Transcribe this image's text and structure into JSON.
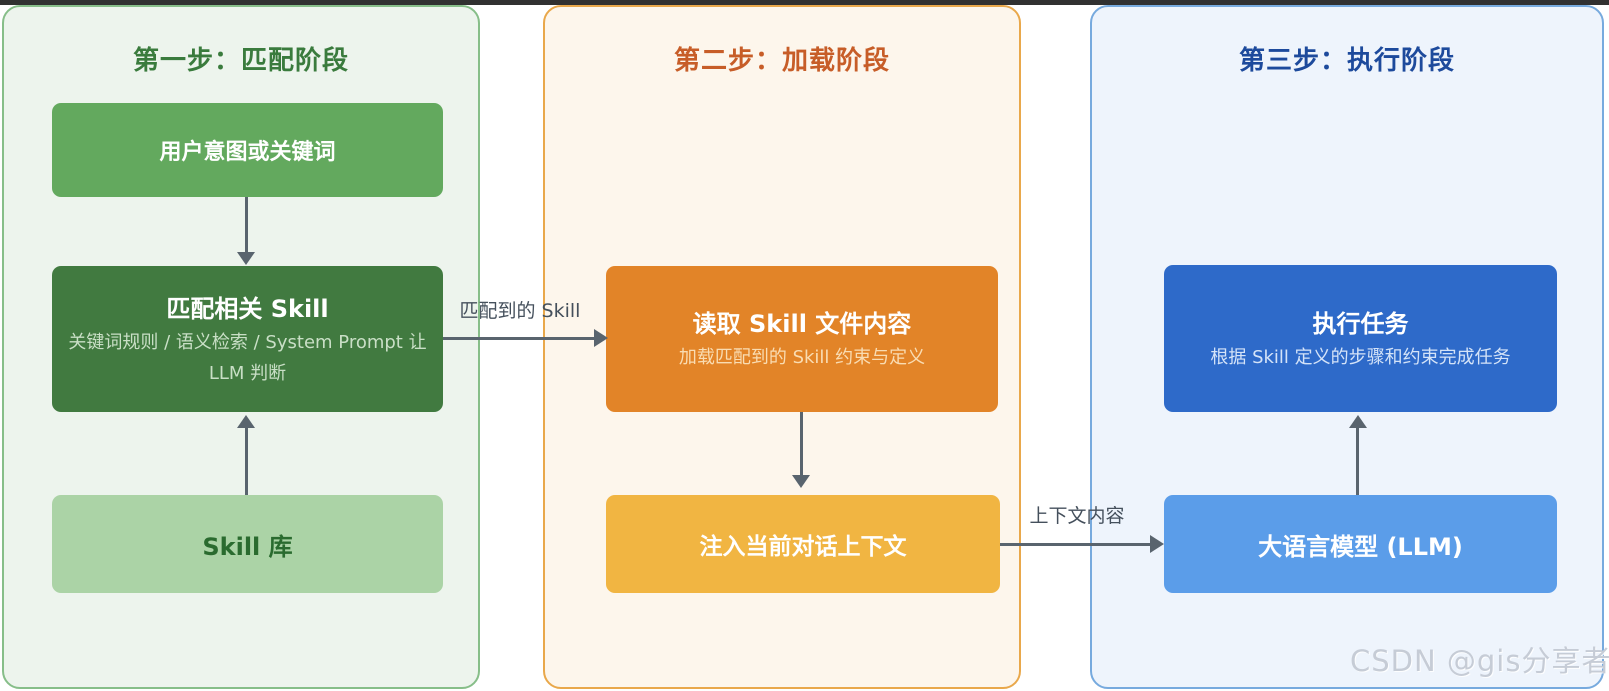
{
  "diagram": {
    "panels": [
      {
        "id": "matching",
        "title": "第一步：匹配阶段",
        "accent": "#3a7b3d",
        "background": "#edf4ed",
        "border": "#87be89"
      },
      {
        "id": "loading",
        "title": "第二步：加载阶段",
        "accent": "#c75d28",
        "background": "#fdf6ec",
        "border": "#e9a84b"
      },
      {
        "id": "execution",
        "title": "第三步：执行阶段",
        "accent": "#1d4a9c",
        "background": "#eef4fc",
        "border": "#77aade"
      }
    ],
    "nodes": [
      {
        "id": "user-intent",
        "panel": "matching",
        "label": "用户意图或关键词",
        "color": "#63a95e"
      },
      {
        "id": "match-skill",
        "panel": "matching",
        "label": "匹配相关 Skill",
        "sublabel": "关键词规则 / 语义检索 / System Prompt 让 LLM 判断",
        "color": "#417a40"
      },
      {
        "id": "skill-lib",
        "panel": "matching",
        "label": "Skill 库",
        "color": "#abd3a6"
      },
      {
        "id": "read-skill",
        "panel": "loading",
        "label": "读取 Skill 文件内容",
        "sublabel": "加载匹配到的 Skill 约束与定义",
        "color": "#e28428"
      },
      {
        "id": "inject-context",
        "panel": "loading",
        "label": "注入当前对话上下文",
        "color": "#f1b542"
      },
      {
        "id": "execute-task",
        "panel": "execution",
        "label": "执行任务",
        "sublabel": "根据 Skill 定义的步骤和约束完成任务",
        "color": "#2e6ac9"
      },
      {
        "id": "llm",
        "panel": "execution",
        "label": "大语言模型 (LLM)",
        "color": "#5b9de9"
      }
    ],
    "edges": [
      {
        "from": "user-intent",
        "to": "match-skill",
        "direction": "down",
        "label": ""
      },
      {
        "from": "skill-lib",
        "to": "match-skill",
        "direction": "up",
        "label": ""
      },
      {
        "from": "match-skill",
        "to": "read-skill",
        "direction": "right",
        "label": "匹配到的 Skill"
      },
      {
        "from": "read-skill",
        "to": "inject-context",
        "direction": "down",
        "label": ""
      },
      {
        "from": "inject-context",
        "to": "llm",
        "direction": "right",
        "label": "上下文内容"
      },
      {
        "from": "llm",
        "to": "execute-task",
        "direction": "up",
        "label": ""
      }
    ],
    "edge_labels": [
      {
        "id": "matched-skill",
        "text": "匹配到的 Skill"
      },
      {
        "id": "context-content",
        "text": "上下文内容"
      }
    ],
    "arrow_color": "#59646e"
  },
  "watermark": {
    "text": "CSDN @gis分享者"
  }
}
